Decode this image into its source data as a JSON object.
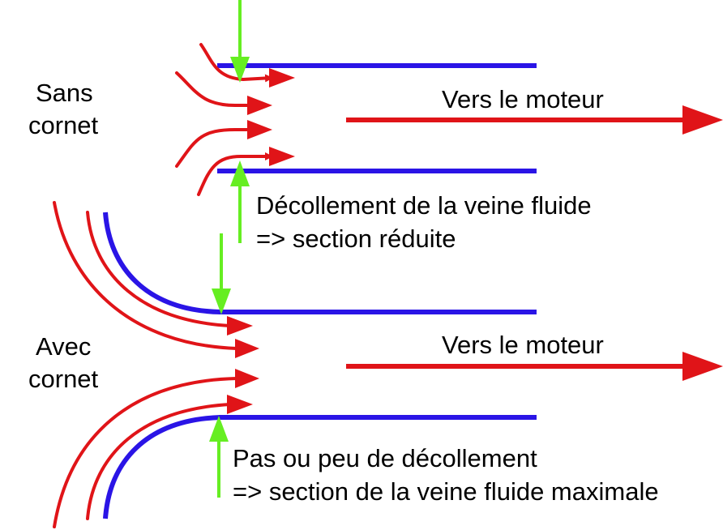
{
  "colors": {
    "wall": "#2a14e6",
    "flow": "#e01418",
    "marker": "#66ee22",
    "text": "#000000"
  },
  "top": {
    "side_label_line1": "Sans",
    "side_label_line2": "cornet",
    "flow_label": "Vers le moteur",
    "note_line1": "Décollement de la veine fluide",
    "note_line2": "=> section réduite"
  },
  "bottom": {
    "side_label_line1": "Avec",
    "side_label_line2": "cornet",
    "flow_label": "Vers le moteur",
    "note_line1": "Pas ou peu de décollement",
    "note_line2": "=> section de la veine fluide maximale"
  }
}
